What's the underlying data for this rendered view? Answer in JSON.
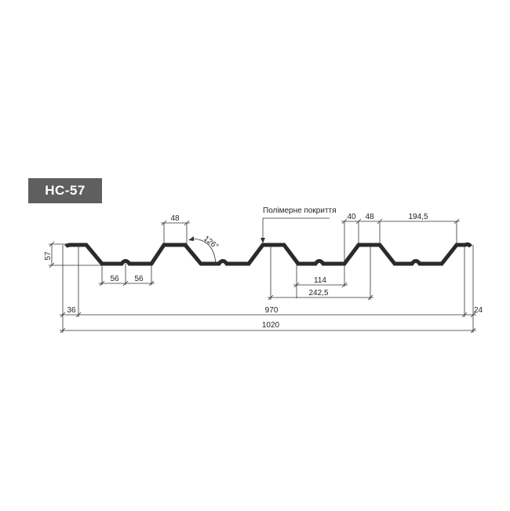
{
  "badge": {
    "label": "НС-57"
  },
  "annotation": {
    "coating": "Полімерне покриття"
  },
  "dims": {
    "height": "57",
    "top48a": "48",
    "angle": "126°",
    "bottom56a": "56",
    "bottom56b": "56",
    "rib40": "40",
    "top48b": "48",
    "top194": "194,5",
    "w114": "114",
    "w242": "242,5",
    "left36": "36",
    "w970": "970",
    "right24": "24",
    "w1020": "1020"
  },
  "colors": {
    "badge_bg": "#5f5f5f",
    "profile": "#2a2a2a",
    "dim_lines": "#333333"
  }
}
